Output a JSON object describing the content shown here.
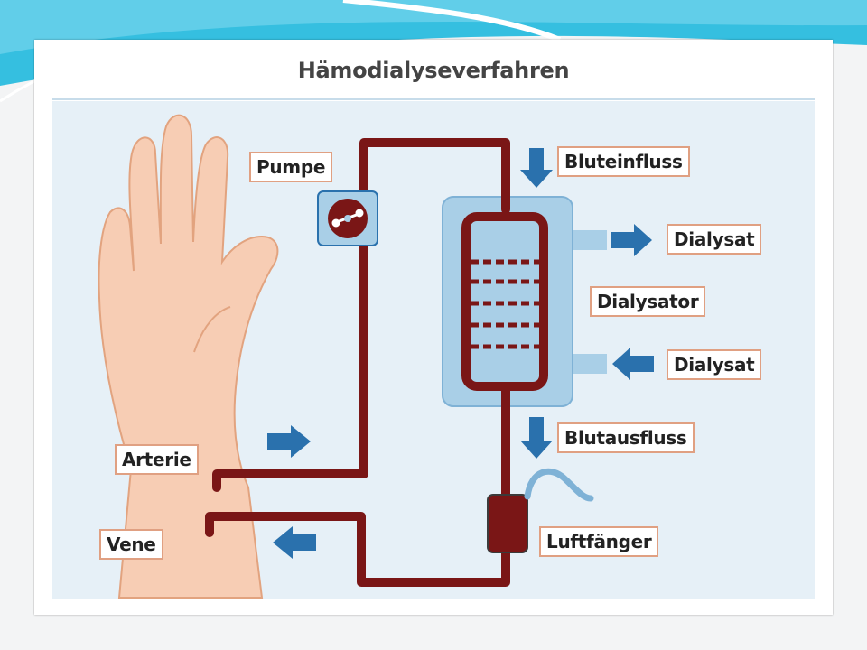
{
  "title": "Hämodialyseverfahren",
  "labels": {
    "pumpe": "Pumpe",
    "bluteinfluss": "Bluteinfluss",
    "dialysat_out": "Dialysat",
    "dialysator": "Dialysator",
    "dialysat_in": "Dialysat",
    "blutausfluss": "Blutausfluss",
    "arterie": "Arterie",
    "vene": "Vene",
    "luftfaenger": "Luftfänger"
  },
  "colors": {
    "blood": "#7a1616",
    "arrow": "#2a71ad",
    "dialyzer": "#a9cfe7",
    "panel": "#e6f0f7",
    "label_border": "#e0a082",
    "skin": "#f7cdb4"
  }
}
